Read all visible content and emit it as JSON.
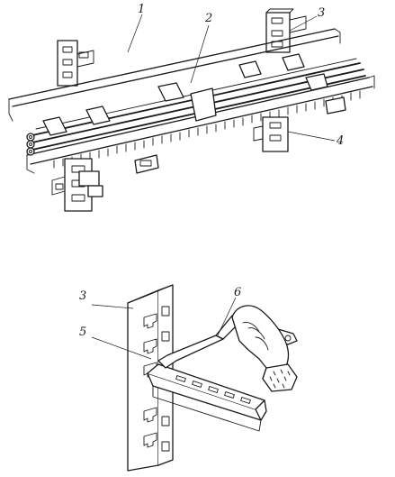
{
  "top_figure": {
    "callouts": [
      "1",
      "2",
      "3",
      "4"
    ]
  },
  "bottom_figure": {
    "callouts": [
      "3",
      "5",
      "6"
    ]
  }
}
